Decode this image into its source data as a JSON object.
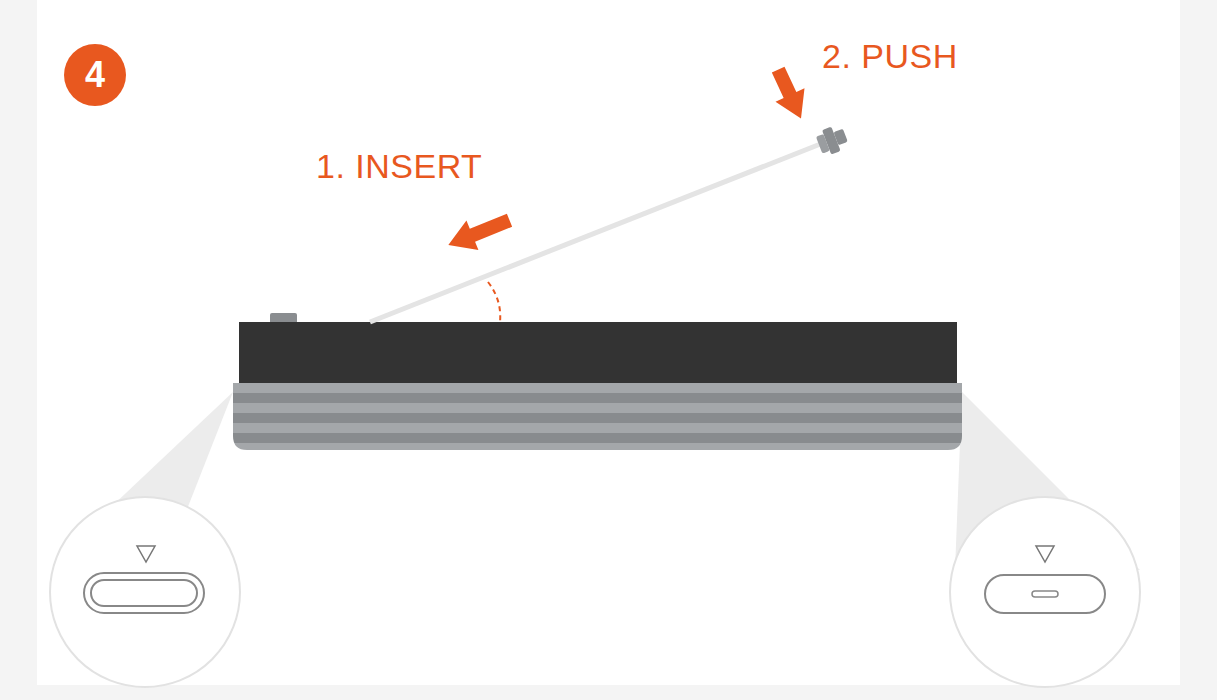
{
  "diagram": {
    "nodes": [
      {
        "text": [
          "4"
        ]
      }
    ],
    "labels": [
      "1. INSERT",
      "2. PUSH"
    ]
  }
}
